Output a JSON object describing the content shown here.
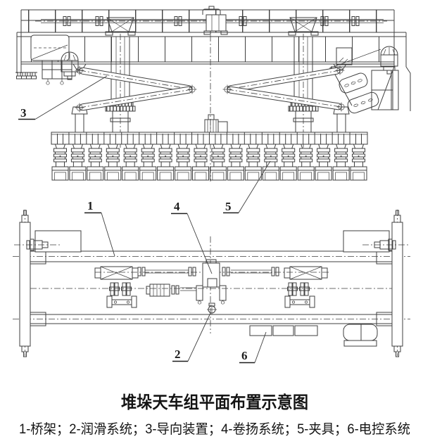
{
  "figure": {
    "title": "堆垛天车组平面布置示意图",
    "legend": "1-桥架；2-润滑系统；3-导向装置；4-卷扬系统；5-夹具；6-电控系统"
  },
  "callouts": {
    "bridge": "1",
    "lubrication": "2",
    "guide": "3",
    "hoist": "4",
    "clamp": "5",
    "electric": "6"
  },
  "colors": {
    "line": "#3f3f3f",
    "text": "#141414",
    "background": "#ffffff"
  }
}
